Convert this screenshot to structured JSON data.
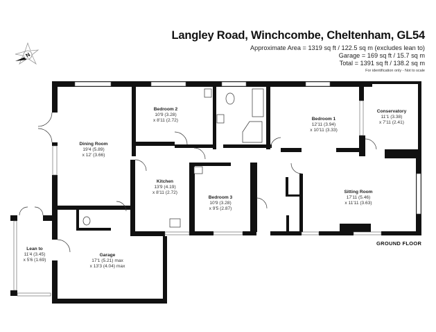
{
  "header": {
    "title": "Langley Road, Winchcombe, Cheltenham, GL54",
    "approx_area": "Approximate Area = 1319 sq ft / 122.5 sq m (excludes lean to)",
    "garage_area": "Garage = 169 sq ft / 15.7 sq m",
    "total_area": "Total = 1391 sq ft / 138.2 sq m",
    "disclaimer": "For identification only - Not to scale"
  },
  "compass": {
    "icon": "north-compass-icon",
    "letter": "N"
  },
  "floor_label": "GROUND FLOOR",
  "rooms": {
    "dining_room": {
      "name": "Dining Room",
      "dim1": "19'4 (5.89)",
      "dim2": "x 12' (3.66)"
    },
    "bedroom2": {
      "name": "Bedroom 2",
      "dim1": "10'9 (3.28)",
      "dim2": "x 8'11 (2.72)"
    },
    "bedroom1": {
      "name": "Bedroom 1",
      "dim1": "12'11 (3.94)",
      "dim2": "x 10'11 (3.33)"
    },
    "conservatory": {
      "name": "Conservatory",
      "dim1": "11'1 (3.38)",
      "dim2": "x 7'11 (2.41)"
    },
    "kitchen": {
      "name": "Kitchen",
      "dim1": "13'9 (4.19)",
      "dim2": "x 8'11 (2.72)"
    },
    "bedroom3": {
      "name": "Bedroom 3",
      "dim1": "10'9 (3.28)",
      "dim2": "x 9'5 (2.87)"
    },
    "sitting_room": {
      "name": "Sitting Room",
      "dim1": "17'11 (5.46)",
      "dim2": "x 11'11 (3.63)"
    },
    "lean_to": {
      "name": "Lean to",
      "dim1": "11'4 (3.45)",
      "dim2": "x 5'6 (1.69)"
    },
    "garage": {
      "name": "Garage",
      "dim1": "17'1 (5.21) max",
      "dim2": "x 13'3 (4.04) max"
    }
  }
}
